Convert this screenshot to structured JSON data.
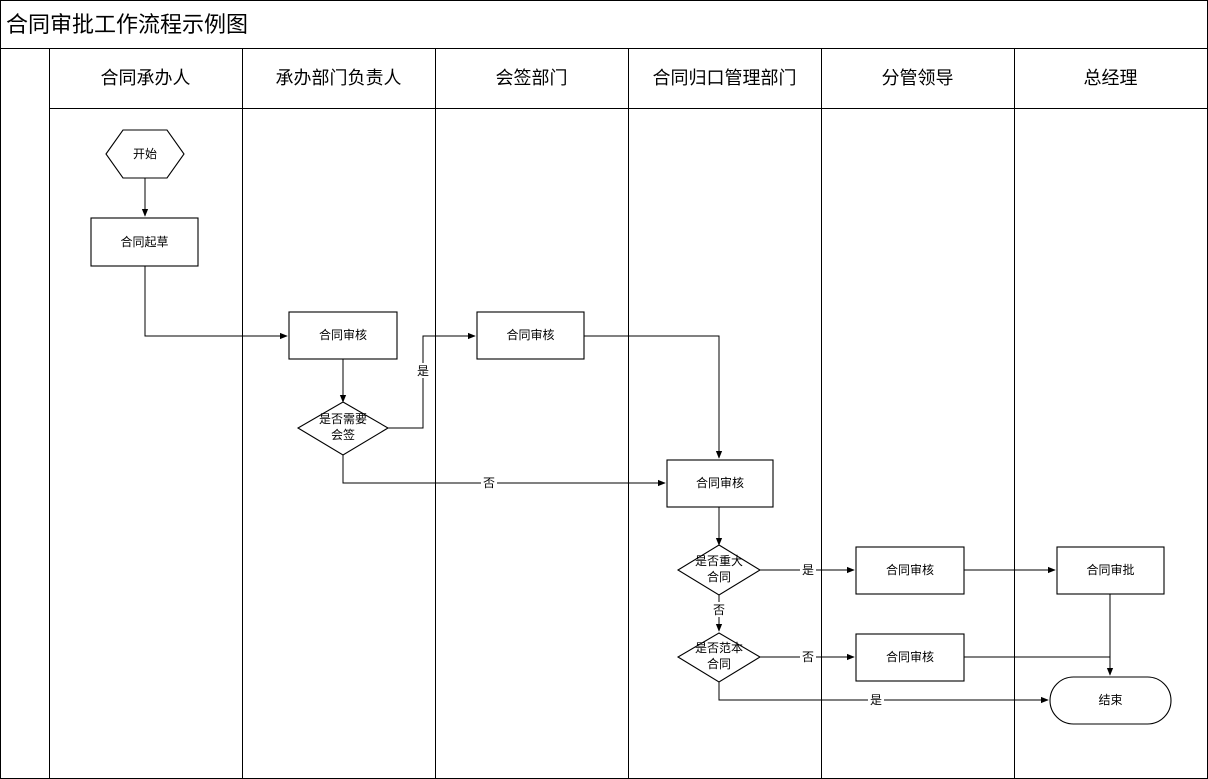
{
  "title": "合同审批工作流程示例图",
  "lanes": [
    "合同承办人",
    "承办部门负责人",
    "会签部门",
    "合同归口管理部门",
    "分管领导",
    "总经理"
  ],
  "nodes": {
    "start": "开始",
    "draft": "合同起草",
    "dept_review": "合同审核",
    "need_cosign_1": "是否需要",
    "need_cosign_2": "会签",
    "cosign_review": "合同审核",
    "mgmt_review": "合同审核",
    "major_1": "是否重大",
    "major_2": "合同",
    "template_1": "是否范本",
    "template_2": "合同",
    "leader_review_1": "合同审核",
    "leader_review_2": "合同审核",
    "gm_approve": "合同审批",
    "end": "结束"
  },
  "edge_labels": {
    "cosign_yes": "是",
    "cosign_no": "否",
    "major_yes": "是",
    "major_no": "否",
    "template_no": "否",
    "template_yes": "是"
  }
}
